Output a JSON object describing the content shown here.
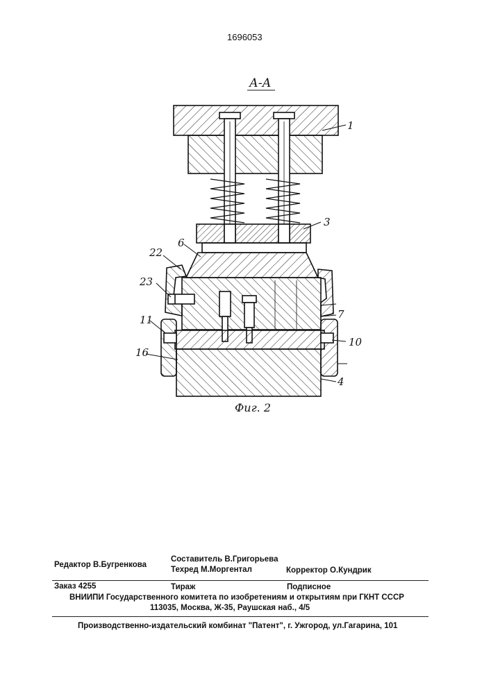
{
  "patent_number": "1696053",
  "section_label": "А-А",
  "figure_caption": "Фиг. 2",
  "callouts": {
    "c1": "1",
    "c3": "3",
    "c6": "6",
    "c22": "22",
    "c23": "23",
    "c7": "7",
    "c11": "11",
    "c10": "10",
    "c16": "16",
    "c4": "4"
  },
  "colophon": {
    "editor": "Редактор В.Бугренкова",
    "compiler": "Составитель В.Григорьева",
    "techred": "Техред М.Моргентал",
    "corrector": "Корректор О.Кундрик",
    "order": "Заказ 4255",
    "print_run": "Тираж",
    "subscription": "Подписное",
    "institute": "ВНИИПИ Государственного комитета по изобретениям и открытиям при ГКНТ СССР",
    "address": "113035, Москва, Ж-35, Раушская наб., 4/5",
    "publisher": "Производственно-издательский комбинат \"Патент\", г. Ужгород, ул.Гагарина, 101"
  }
}
